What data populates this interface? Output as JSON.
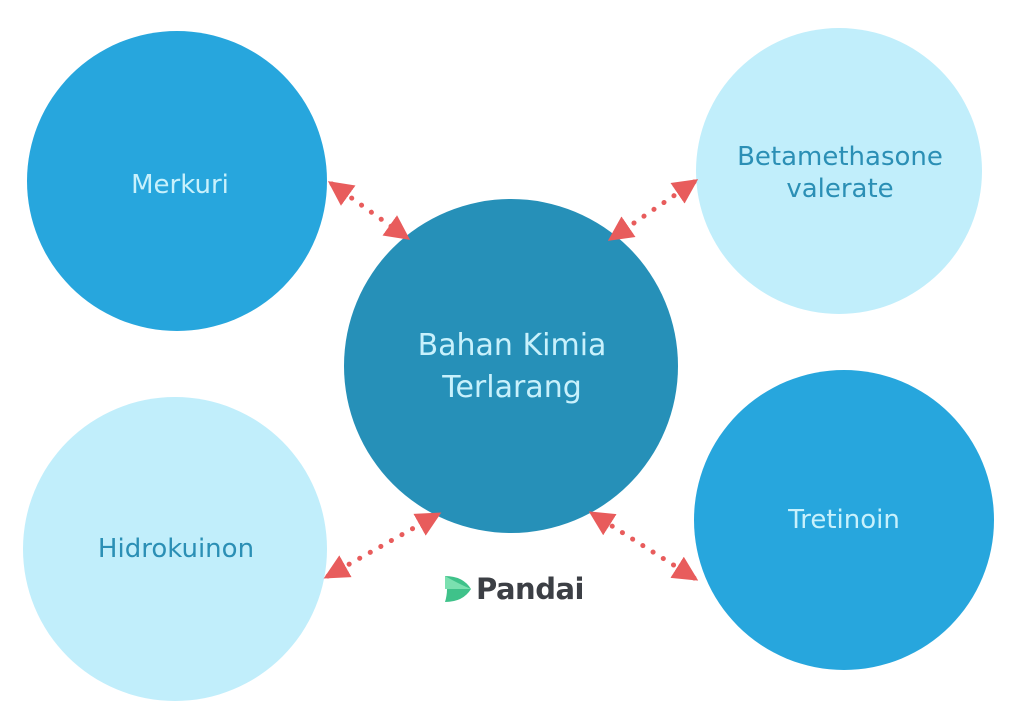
{
  "colors": {
    "dark": "#27a6dd",
    "light": "#c1eefb",
    "center": "#2690b8",
    "arrow": "#e85c5c",
    "text_dark_bg": "#c8f1fc",
    "text_light_bg": "#2b8fb5"
  },
  "center": {
    "lines": [
      "Bahan Kimia",
      "Terlarang"
    ]
  },
  "nodes": [
    {
      "lines": [
        "Merkuri"
      ]
    },
    {
      "lines": [
        "Betamethasone",
        "valerate"
      ]
    },
    {
      "lines": [
        "Hidrokuinon"
      ]
    },
    {
      "lines": [
        "Tretinoin"
      ]
    }
  ],
  "logo": {
    "text": "Pandai"
  }
}
